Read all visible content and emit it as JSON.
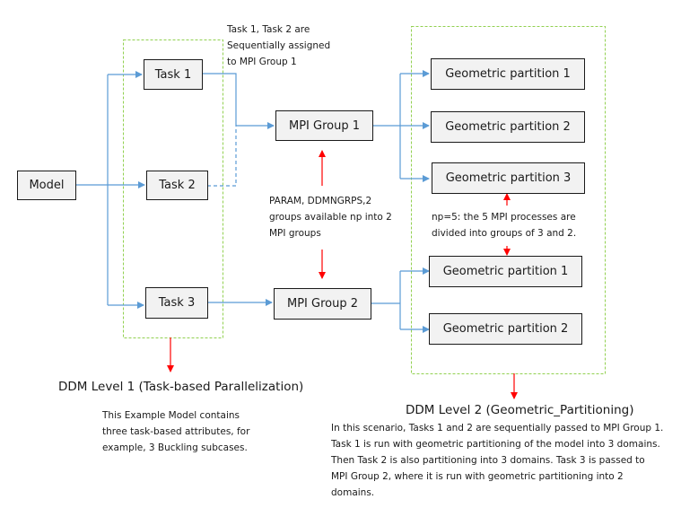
{
  "nodes": {
    "model": "Model",
    "task1": "Task 1",
    "task2": "Task 2",
    "task3": "Task 3",
    "mpi_group_1": "MPI Group 1",
    "mpi_group_2": "MPI Group 2",
    "group1_partitions": [
      "Geometric partition 1",
      "Geometric partition 2",
      "Geometric partition 3"
    ],
    "group2_partitions": [
      "Geometric partition 1",
      "Geometric partition 2"
    ]
  },
  "annotations": {
    "sequential_note": [
      "Task 1, Task 2 are",
      "Sequentially assigned",
      "to MPI Group 1"
    ],
    "param_note": [
      "PARAM, DDMNGRPS,2",
      "groups available np into 2",
      "MPI groups"
    ],
    "np_note": [
      "np=5: the 5 MPI processes are",
      "divided into groups of 3 and 2."
    ]
  },
  "level1": {
    "title": "DDM Level 1 (Task-based Parallelization)",
    "description": [
      "This Example Model contains",
      "three task-based attributes, for",
      "example, 3 Buckling subcases."
    ]
  },
  "level2": {
    "title": "DDM Level 2 (Geometric_Partitioning)",
    "description": [
      "In this scenario, Tasks 1 and 2 are sequentially passed to MPI Group 1.",
      "Task 1 is run with geometric partitioning of the model into 3 domains.",
      "Then Task 2 is also partitioning into 3 domains. Task 3 is passed to",
      "MPI Group 2, where it is run with geometric partitioning into 2",
      "domains."
    ]
  },
  "colors": {
    "flow_arrow": "#5b9bd5",
    "annotation_arrow": "#ff0000",
    "group_border": "#92d050",
    "box_fill": "#f2f2f2"
  }
}
